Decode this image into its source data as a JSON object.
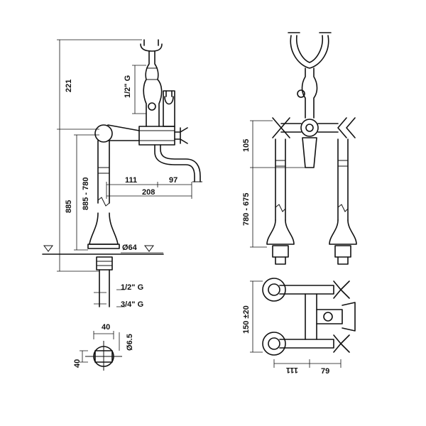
{
  "dimensions": {
    "side_total_top": "221",
    "inlet_thread_top": "1/2\" G",
    "overall_height": "885",
    "height_range": "885 - 780",
    "spout_reach_a": "111",
    "spout_reach_b": "97",
    "spout_reach_total": "208",
    "base_diameter": "Ø64",
    "inlet_thread_bottom_a": "1/2\" G",
    "inlet_thread_bottom_b": "3/4\" G",
    "base_width": "40",
    "base_depth": "40",
    "hole_diameter": "Ø6.5",
    "front_top": "105",
    "front_range": "780 - 675",
    "plan_centres": "150 ±20",
    "plan_offset_a": "111",
    "plan_offset_b": "79"
  }
}
